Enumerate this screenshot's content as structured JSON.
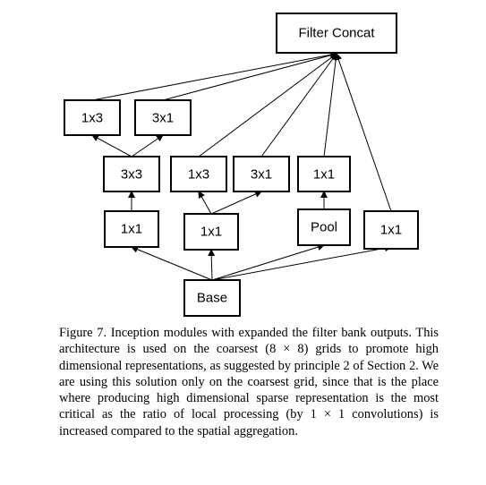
{
  "diagram": {
    "nodes": {
      "filter_concat": "Filter Concat",
      "left_1x3": "1x3",
      "left_3x1": "3x1",
      "left_3x3": "3x3",
      "mid_1x3": "1x3",
      "mid_3x1": "3x1",
      "pool_1x1_top": "1x1",
      "left_1x1": "1x1",
      "mid_1x1": "1x1",
      "pool": "Pool",
      "right_1x1": "1x1",
      "base": "Base"
    }
  },
  "caption": "Figure 7. Inception modules with expanded the filter bank outputs. This architecture is used on the coarsest (8 × 8) grids to promote high dimensional representations, as suggested by principle 2 of Section 2. We are using this solution only on the coarsest grid, since that is the place where producing high dimensional sparse representation is the most critical as the ratio of local processing (by 1 × 1 convolutions) is increased compared to the spatial aggregation."
}
